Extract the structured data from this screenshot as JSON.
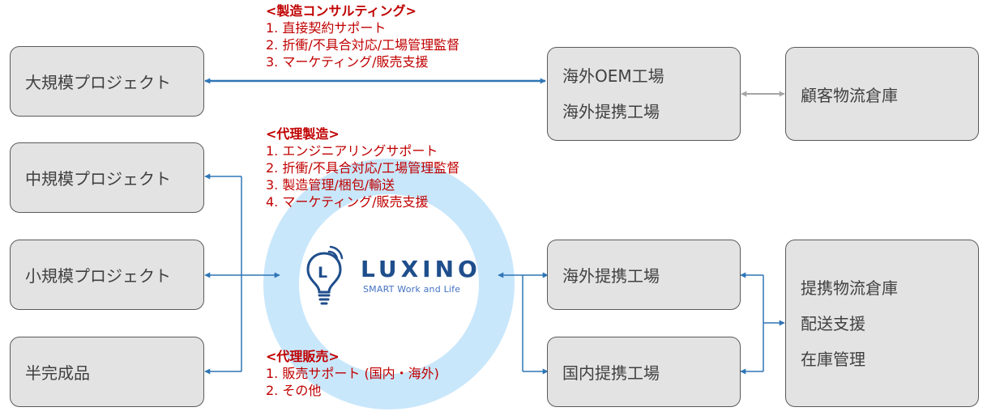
{
  "left_boxes": {
    "large_project": "大規模プロジェクト",
    "medium_project": "中規模プロジェクト",
    "small_project": "小規模プロジェクト",
    "semi_finished": "半完成品"
  },
  "overseas_oem_box": {
    "line1": "海外OEM工場",
    "line2": "海外提携工場"
  },
  "customer_warehouse": "顧客物流倉庫",
  "overseas_partner_factory": "海外提携工場",
  "domestic_partner_factory": "国内提携工場",
  "logistics_box": {
    "line1": "提携物流倉庫",
    "line2": "配送支援",
    "line3": "在庫管理"
  },
  "logo": {
    "name": "LUXINO",
    "tagline": "SMART Work and Life",
    "icon_letter": "L"
  },
  "services": {
    "consulting": {
      "title": "<製造コンサルティング>",
      "items": [
        "1.  直接契約サポート",
        "2.  折衝/不具合対応/工場管理監督",
        "3.  マーケティング/販売支援"
      ]
    },
    "contract_manufacturing": {
      "title": "<代理製造>",
      "items": [
        "1.  エンジニアリングサポート",
        "2.  折衝/不具合対応/工場管理監督",
        "3.  製造管理/梱包/輸送",
        "4.  マーケティング/販売支援"
      ]
    },
    "sales_agency": {
      "title": "<代理販売>",
      "items": [
        "1.  販売サポート (国内・海外)",
        "2.  その他"
      ]
    }
  },
  "colors": {
    "box_fill": "#e3e3e3",
    "box_border": "#5a5a5a",
    "connector_blue": "#2e75b6",
    "connector_gray": "#a6a6a6",
    "service_text_red": "#c00000",
    "ring_light_blue": "#c9e7fb",
    "logo_navy": "#1f4e8c"
  }
}
